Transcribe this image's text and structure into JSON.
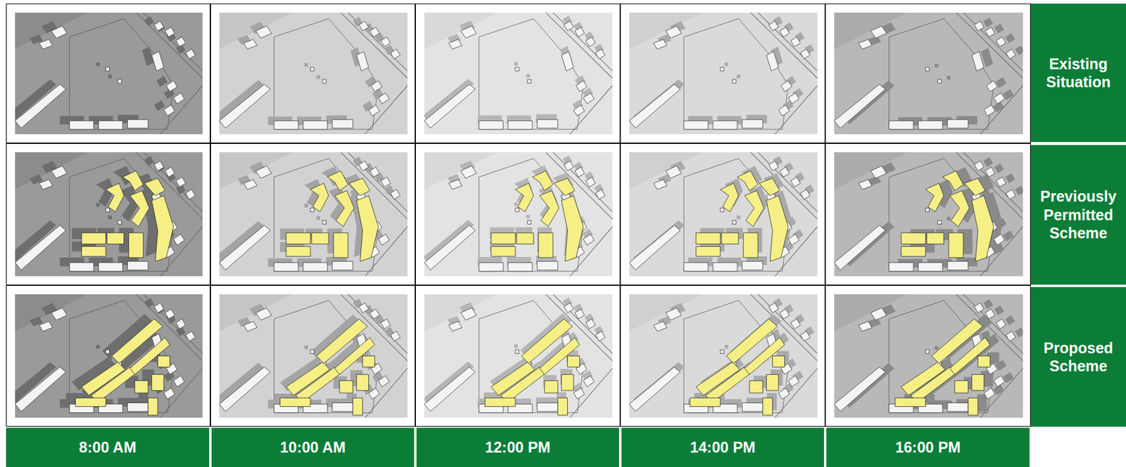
{
  "diagram": {
    "nodes": [
      {
        "text": [
          "Existing Situation"
        ]
      },
      {
        "text": [
          "Previously Permitted Scheme"
        ]
      },
      {
        "text": [
          "Proposed Scheme"
        ]
      },
      {
        "text": [
          "8:00 AM"
        ]
      },
      {
        "text": [
          "10:00 AM"
        ]
      },
      {
        "text": [
          "12:00 PM"
        ]
      },
      {
        "text": [
          "14:00 PM"
        ]
      },
      {
        "text": [
          "16:00 PM"
        ]
      }
    ]
  }
}
